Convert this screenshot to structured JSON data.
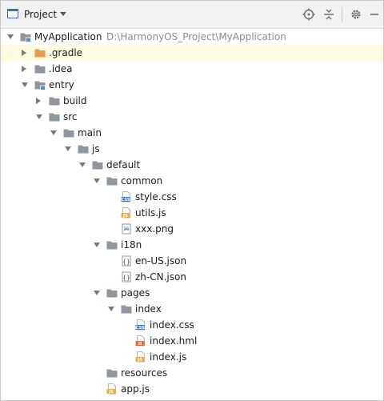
{
  "panel": {
    "title": "Project",
    "colors": {
      "folder": "#8e979f",
      "folder_special": "#e89a4f",
      "css": "#3a7fbf",
      "js": "#e3b341",
      "html": "#e0703a"
    }
  },
  "tree": [
    {
      "label": "MyApplication",
      "path": "D:\\HarmonyOS_Project\\MyApplication",
      "depth": 0,
      "toggle": "exp",
      "icon": "module-folder-icon"
    },
    {
      "label": ".gradle",
      "depth": 1,
      "toggle": "col",
      "icon": "orange-folder-icon",
      "selected": true
    },
    {
      "label": ".idea",
      "depth": 1,
      "toggle": "col",
      "icon": "folder-icon"
    },
    {
      "label": "entry",
      "depth": 1,
      "toggle": "exp",
      "icon": "module-folder-icon"
    },
    {
      "label": "build",
      "depth": 2,
      "toggle": "col",
      "icon": "folder-icon"
    },
    {
      "label": "src",
      "depth": 2,
      "toggle": "exp",
      "icon": "folder-icon"
    },
    {
      "label": "main",
      "depth": 3,
      "toggle": "exp",
      "icon": "folder-icon"
    },
    {
      "label": "js",
      "depth": 4,
      "toggle": "exp",
      "icon": "folder-icon"
    },
    {
      "label": "default",
      "depth": 5,
      "toggle": "exp",
      "icon": "folder-icon"
    },
    {
      "label": "common",
      "depth": 6,
      "toggle": "exp",
      "icon": "folder-icon"
    },
    {
      "label": "style.css",
      "depth": 7,
      "toggle": "none",
      "icon": "css-file-icon"
    },
    {
      "label": "utils.js",
      "depth": 7,
      "toggle": "none",
      "icon": "js-file-icon"
    },
    {
      "label": "xxx.png",
      "depth": 7,
      "toggle": "none",
      "icon": "image-file-icon"
    },
    {
      "label": "i18n",
      "depth": 6,
      "toggle": "exp",
      "icon": "folder-icon"
    },
    {
      "label": "en-US.json",
      "depth": 7,
      "toggle": "none",
      "icon": "json-file-icon"
    },
    {
      "label": "zh-CN.json",
      "depth": 7,
      "toggle": "none",
      "icon": "json-file-icon"
    },
    {
      "label": "pages",
      "depth": 6,
      "toggle": "exp",
      "icon": "folder-icon"
    },
    {
      "label": "index",
      "depth": 7,
      "toggle": "exp",
      "icon": "folder-icon"
    },
    {
      "label": "index.css",
      "depth": 8,
      "toggle": "none",
      "icon": "css-file-icon"
    },
    {
      "label": "index.hml",
      "depth": 8,
      "toggle": "none",
      "icon": "hml-file-icon"
    },
    {
      "label": "index.js",
      "depth": 8,
      "toggle": "none",
      "icon": "js-file-icon"
    },
    {
      "label": "resources",
      "depth": 6,
      "toggle": "none",
      "icon": "folder-icon"
    },
    {
      "label": "app.js",
      "depth": 6,
      "toggle": "none",
      "icon": "js-file-icon"
    }
  ]
}
